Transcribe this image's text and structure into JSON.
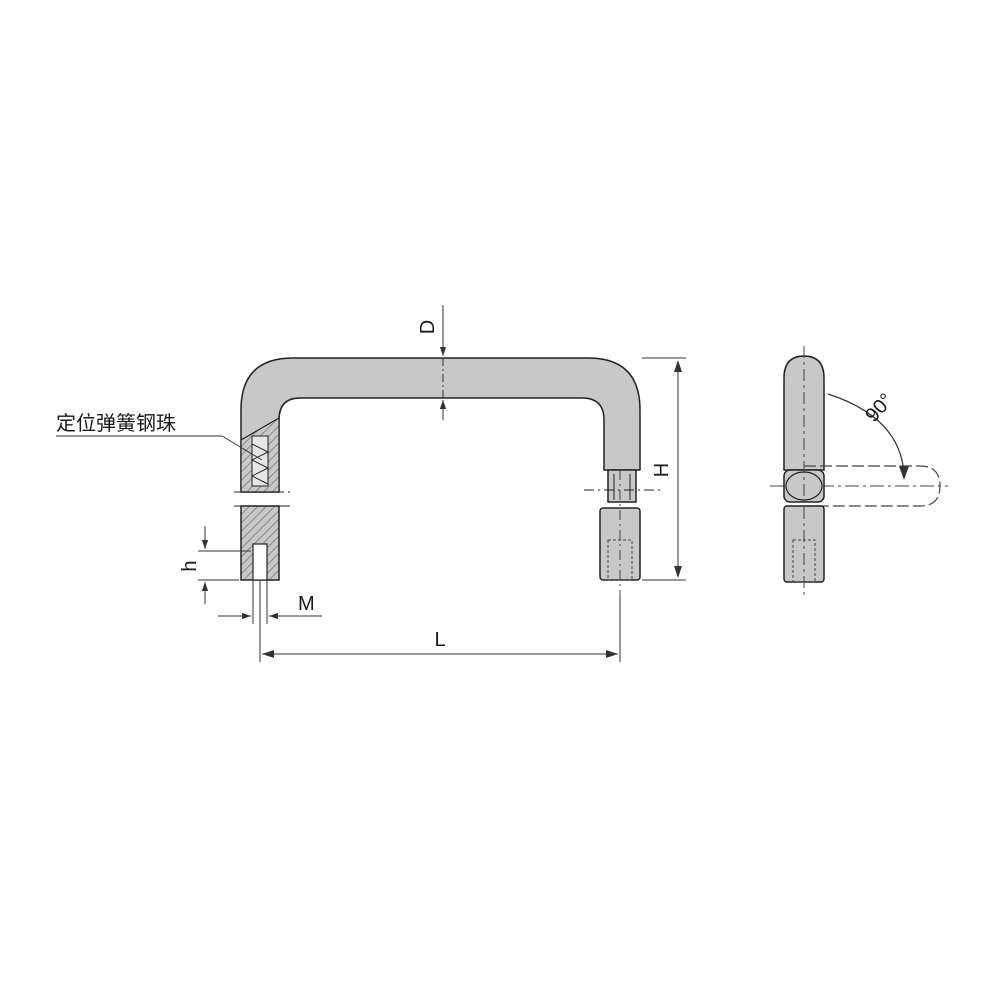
{
  "drawing": {
    "annotation_label": "定位弹簧钢珠",
    "dimension_labels": {
      "diameter": "D",
      "height": "H",
      "length": "L",
      "thread": "M",
      "thread_depth": "h"
    },
    "angle_label": "90°",
    "colors": {
      "part_fill": "#c8c8c8",
      "outline": "#222222",
      "dimension_line": "#333333",
      "hatch": "#666666",
      "dashed": "#444444"
    }
  }
}
